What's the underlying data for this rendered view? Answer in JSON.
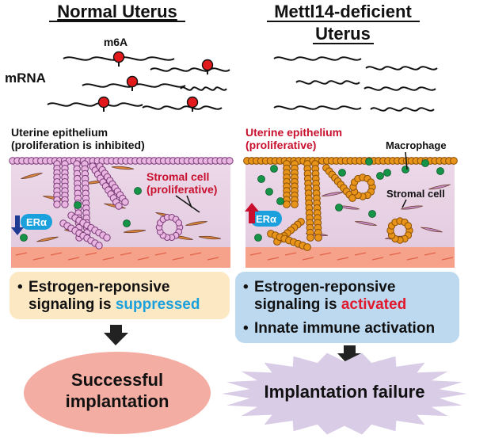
{
  "headers": {
    "normal_title": "Normal Uterus",
    "mettl_line1": "Mettl14-deficient",
    "mettl_line2": "Uterus"
  },
  "mrna": {
    "label": "mRNA",
    "modification": "m6A"
  },
  "normal_panel": {
    "epithelium_line1": "Uterine epithelium",
    "epithelium_line2": "(proliferation is inhibited)",
    "stromal_line1": "Stromal cell",
    "stromal_line2": "(proliferative)",
    "receptor": "ERα",
    "receptor_arrow": "down",
    "epithelium_color": "#e8b6e0",
    "epithelium_stroke": "#7a3a78"
  },
  "mettl_panel": {
    "epithelium_line1": "Uterine epithelium",
    "epithelium_line2": "(proliferative)",
    "macrophage": "Macrophage",
    "stromal": "Stromal cell",
    "receptor": "ERα",
    "receptor_arrow": "up",
    "epithelium_color": "#e8931a",
    "epithelium_stroke": "#8a5006"
  },
  "normal_box": {
    "bullet1_line1": "Estrogen-reponsive",
    "bullet1_line2_prefix": "signaling is ",
    "bullet1_highlight": "suppressed",
    "highlight_color": "#1aa0dc",
    "fill": "#fde8c4"
  },
  "mettl_box": {
    "bullet1_line1": "Estrogen-reponsive",
    "bullet1_line2_prefix": "signaling is ",
    "bullet1_highlight": "activated",
    "highlight_color": "#e2182b",
    "bullet2": "Innate immune activation",
    "fill": "#bcd9f0"
  },
  "outcomes": {
    "success_line1": "Successful",
    "success_line2": "implantation",
    "success_fill": "#f4ada2",
    "failure": "Implantation failure",
    "failure_fill": "#d9cce6"
  },
  "colors": {
    "tissue_bg": "#e9d5e6",
    "muscle": "#f6a189",
    "muscle_light": "#fbc1b0",
    "green_cell": "#159447",
    "m6a_red": "#e31a1c",
    "er_badge": "#1aa0dc",
    "arrow_dark": "#222222",
    "arrow_red": "#c8102e",
    "arrow_blue": "#1f3a93"
  }
}
